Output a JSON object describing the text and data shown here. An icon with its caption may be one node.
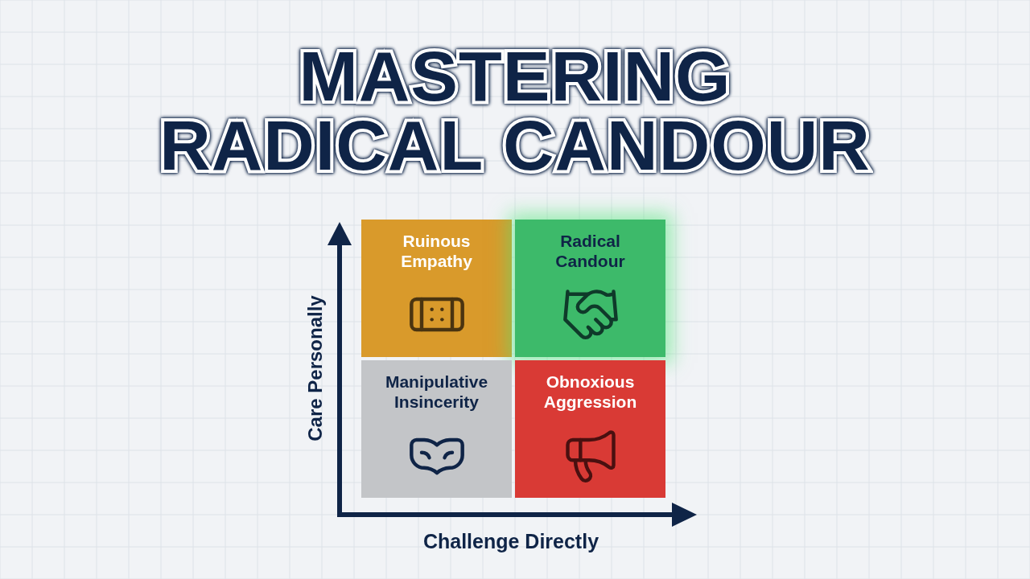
{
  "diagram": {
    "title": "MASTERING RADICAL CANDOUR",
    "nodes": [
      {
        "text": [
          "Ruinous Empathy"
        ]
      },
      {
        "text": [
          "Radical Candour"
        ]
      },
      {
        "text": [
          "Manipulative Insincerity"
        ]
      },
      {
        "text": [
          "Obnoxious Aggression"
        ]
      }
    ],
    "labels": [
      "Care Personally",
      "Challenge Directly"
    ]
  }
}
